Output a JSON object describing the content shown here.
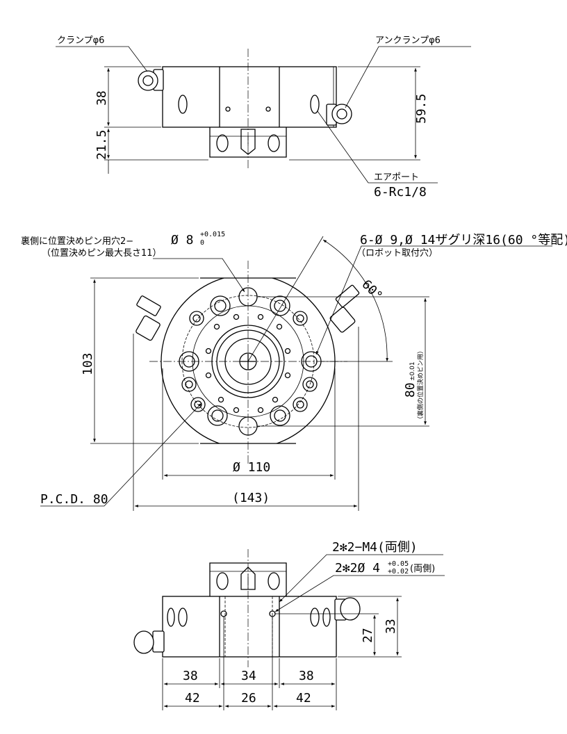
{
  "top_view": {
    "clamp_label": "クランプφ6",
    "unclamp_label": "アンクランプφ6",
    "dim_38": "38",
    "dim_21_5": "21.5",
    "dim_59_5": "59.5",
    "air_port_label": "エアポート",
    "air_port_spec": "6-Rc1/8"
  },
  "plan_view": {
    "pin_hole_note_1": "裏側に位置決めピン用穴2−",
    "pin_hole_note_2": "（位置決めピン最大長さ11）",
    "pin_hole_dia": "Ø 8",
    "pin_hole_tol": "+0.015",
    "pin_hole_tol_low": "0",
    "bolt_hole_note": "6-Ø 9,Ø 14ザグリ深16(60 °等配)",
    "bolt_hole_note2": "（ロボット取付穴）",
    "angle_60": "60°",
    "dim_103": "103",
    "dim_80": "80",
    "dim_80_tol": "±0.01",
    "dim_80_note": "（裏側の位置決めピン用）",
    "dim_110": "Ø 110",
    "dim_143": "(143)",
    "pcd_label": "P.C.D. 80"
  },
  "front_view": {
    "m4_note": "2✻2−M4(両側)",
    "pin_note": "2✻2Ø 4",
    "pin_tol_hi": "+0.05",
    "pin_tol_lo": "+0.02",
    "pin_note_suffix": "(両側)",
    "dim_27": "27",
    "dim_33": "33",
    "dim_38a": "38",
    "dim_34": "34",
    "dim_38b": "38",
    "dim_42a": "42",
    "dim_26": "26",
    "dim_42b": "42"
  }
}
